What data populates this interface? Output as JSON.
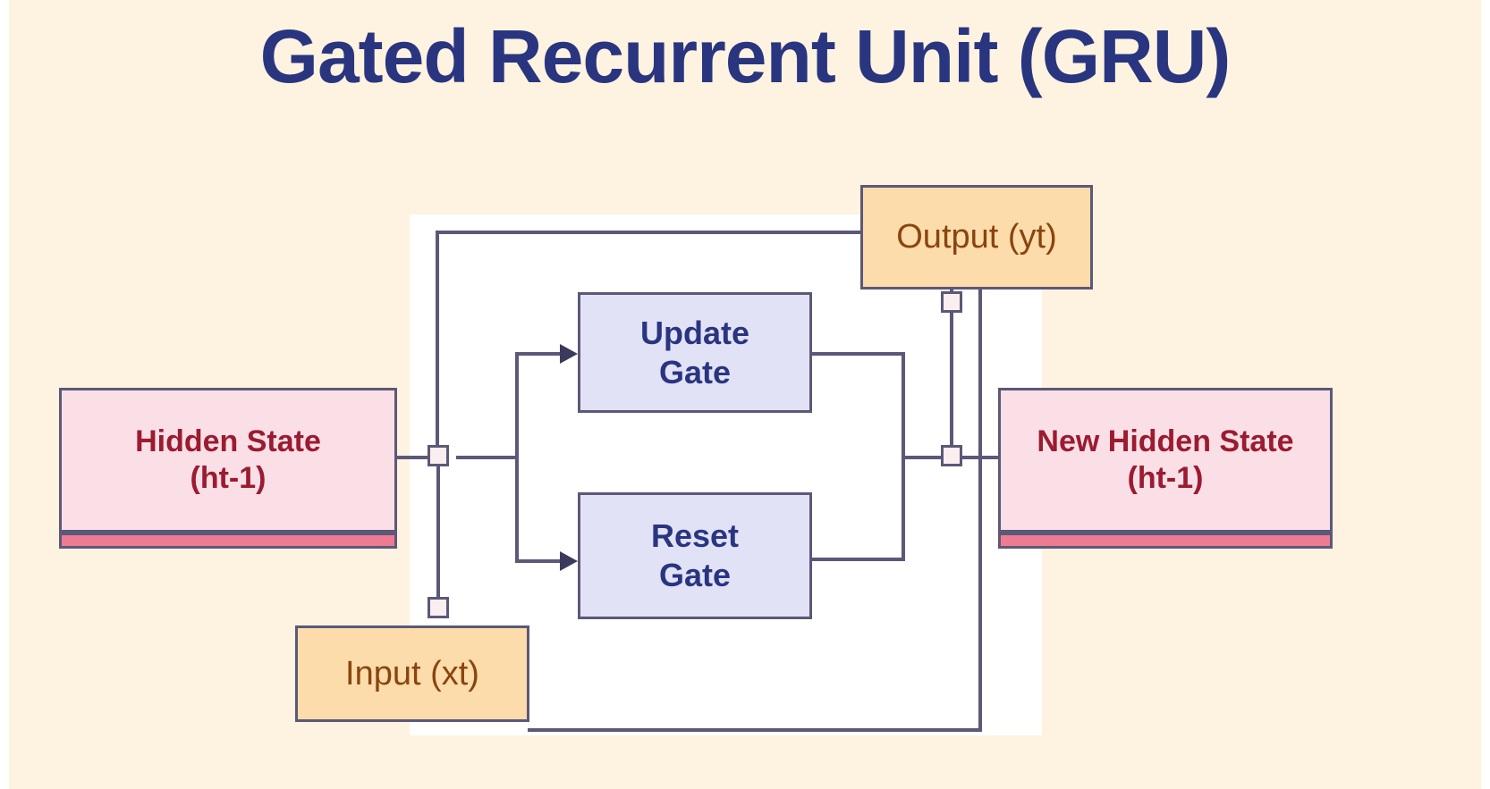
{
  "page": {
    "title": "Gated Recurrent Unit (GRU)",
    "background_color": "#fdf3e0",
    "title_color": "#2a3580",
    "canvas_color": "#ffffff",
    "line_color": "#5c5878"
  },
  "nodes": {
    "hidden_state": {
      "line1": "Hidden State",
      "line2": "(ht-1)",
      "fill": "#fbdfe6",
      "text_color": "#9b1b31",
      "accent": "#ef7b93"
    },
    "new_hidden_state": {
      "line1": "New Hidden State",
      "line2": "(ht-1)",
      "fill": "#fbdfe6",
      "text_color": "#9b1b31",
      "accent": "#ef7b93"
    },
    "update_gate": {
      "line1": "Update",
      "line2": "Gate",
      "fill": "#e2e2f6",
      "text_color": "#2a3580"
    },
    "reset_gate": {
      "line1": "Reset",
      "line2": "Gate",
      "fill": "#e2e2f6",
      "text_color": "#2a3580"
    },
    "output": {
      "line1": "Output (yt)",
      "fill": "#fbdcaa",
      "text_color": "#8a4410"
    },
    "input": {
      "line1": "Input (xt)",
      "fill": "#fbdcaa",
      "text_color": "#8a4410"
    }
  },
  "diagram": {
    "type": "block-flow-diagram",
    "edges": [
      {
        "from": "hidden_state",
        "to": "junction_left",
        "style": "line"
      },
      {
        "from": "junction_left",
        "to": "update_gate",
        "style": "arrow"
      },
      {
        "from": "junction_left",
        "to": "reset_gate",
        "style": "arrow"
      },
      {
        "from": "junction_left",
        "to": "junction_input",
        "style": "line"
      },
      {
        "from": "junction_left",
        "to": "output",
        "style": "line"
      },
      {
        "from": "update_gate",
        "to": "junction_right",
        "style": "line"
      },
      {
        "from": "reset_gate",
        "to": "junction_right",
        "style": "line"
      },
      {
        "from": "junction_right",
        "to": "new_hidden_state",
        "style": "line"
      },
      {
        "from": "output",
        "to": "junction_right",
        "style": "line"
      },
      {
        "from": "input",
        "to": "junction_input",
        "style": "line"
      },
      {
        "from": "input",
        "to": "output",
        "style": "line"
      }
    ],
    "junctions": [
      "junction_left",
      "junction_right",
      "junction_input",
      "junction_output"
    ]
  }
}
